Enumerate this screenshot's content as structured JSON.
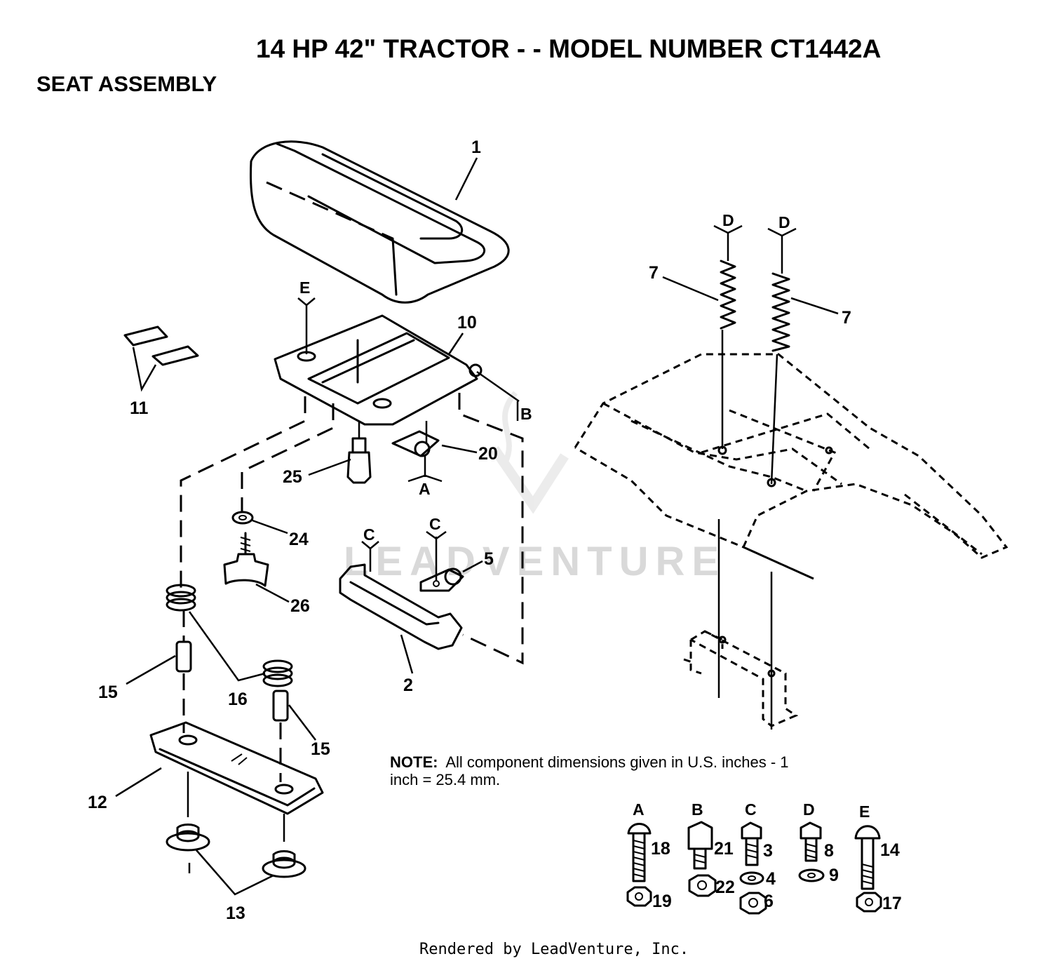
{
  "title": "14 HP 42\" TRACTOR - - MODEL NUMBER CT1442A",
  "subtitle": "SEAT ASSEMBLY",
  "note_label": "NOTE:",
  "note_line1": "All component dimensions given in U.S. inches - 1",
  "note_line2": "inch = 25.4 mm.",
  "footer": "Rendered by LeadVenture, Inc.",
  "watermark": "LEADVENTURE",
  "callouts": {
    "p1": "1",
    "p2": "2",
    "p3": "3",
    "p4": "4",
    "p5": "5",
    "p6": "6",
    "p7a": "7",
    "p7b": "7",
    "p8": "8",
    "p9": "9",
    "p10": "10",
    "p11": "11",
    "p12": "12",
    "p13": "13",
    "p14": "14",
    "p15a": "15",
    "p15b": "15",
    "p16": "16",
    "p17": "17",
    "p18": "18",
    "p19": "19",
    "p20": "20",
    "p21": "21",
    "p22": "22",
    "p24": "24",
    "p25": "25",
    "p26": "26"
  },
  "ref_letters": {
    "e_top": "E",
    "b_ref": "B",
    "a_ref": "A",
    "c_ref1": "C",
    "c_ref2": "C",
    "d_ref1": "D",
    "d_ref2": "D",
    "key_a": "A",
    "key_b": "B",
    "key_c": "C",
    "key_d": "D",
    "key_e": "E"
  }
}
